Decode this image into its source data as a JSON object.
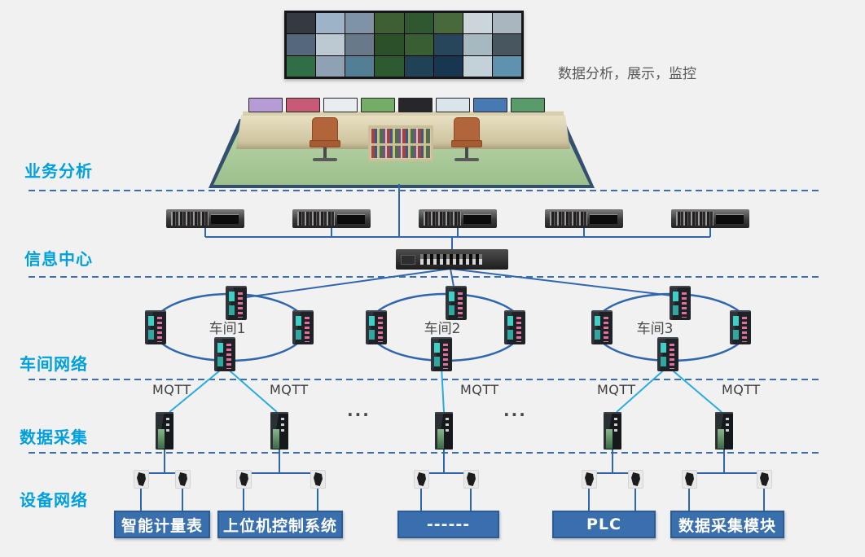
{
  "colors": {
    "background": "#f1f1f1",
    "layer_label": "#00a0dc",
    "separator": "#3a6db5",
    "line_dark": "#2f66ad",
    "line_cyan": "#29abe2",
    "box_fill": "#3a6fad",
    "box_border": "#2b5b97",
    "box_text": "#ffffff",
    "diagram_text": "#4a4a4a"
  },
  "annotation": {
    "text": "数据分析，展示，监控"
  },
  "layers": [
    {
      "id": "business-analysis",
      "label": "业务分析"
    },
    {
      "id": "information-center",
      "label": "信息中心"
    },
    {
      "id": "workshop-network",
      "label": "车间网络"
    },
    {
      "id": "data-collection",
      "label": "数据采集"
    },
    {
      "id": "device-network",
      "label": "设备网络"
    }
  ],
  "rings": [
    {
      "label": "车间1",
      "switches": 4
    },
    {
      "label": "车间2",
      "switches": 4
    },
    {
      "label": "车间3",
      "switches": 4
    }
  ],
  "mqtt": {
    "labels": [
      "MQTT",
      "MQTT",
      "MQTT",
      "MQTT",
      "MQTT"
    ],
    "ellipsis": "...",
    "gateways": 5
  },
  "topology": {
    "servers": 5,
    "core_switches": 1,
    "field_meters_per_box": 2
  },
  "device_boxes": [
    {
      "label": "智能计量表"
    },
    {
      "label": "上位机控制系统"
    },
    {
      "label": "------"
    },
    {
      "label": "PLC"
    },
    {
      "label": "数据采集模块"
    }
  ],
  "control_room": {
    "wall_tiles": [
      "#343a40",
      "#9db4c8",
      "#7e93a6",
      "#3c6033",
      "#2f5730",
      "#47693c",
      "#ccd6da",
      "#a9b6bf",
      "#55677a",
      "#bcc9d2",
      "#68798a",
      "#2c5129",
      "#3a5e33",
      "#27465c",
      "#a6b8c0",
      "#47565f",
      "#2f6e46",
      "#8fa2b4",
      "#527f93",
      "#2e5a30",
      "#1f4257",
      "#173751",
      "#c3d1d8",
      "#5f93ad"
    ],
    "desk_screens": [
      "#b79bd4",
      "#c85a77",
      "#e9ecf0",
      "#74ad66",
      "#26262b",
      "#d9e5ea",
      "#4779b3",
      "#5a9b6c"
    ]
  }
}
